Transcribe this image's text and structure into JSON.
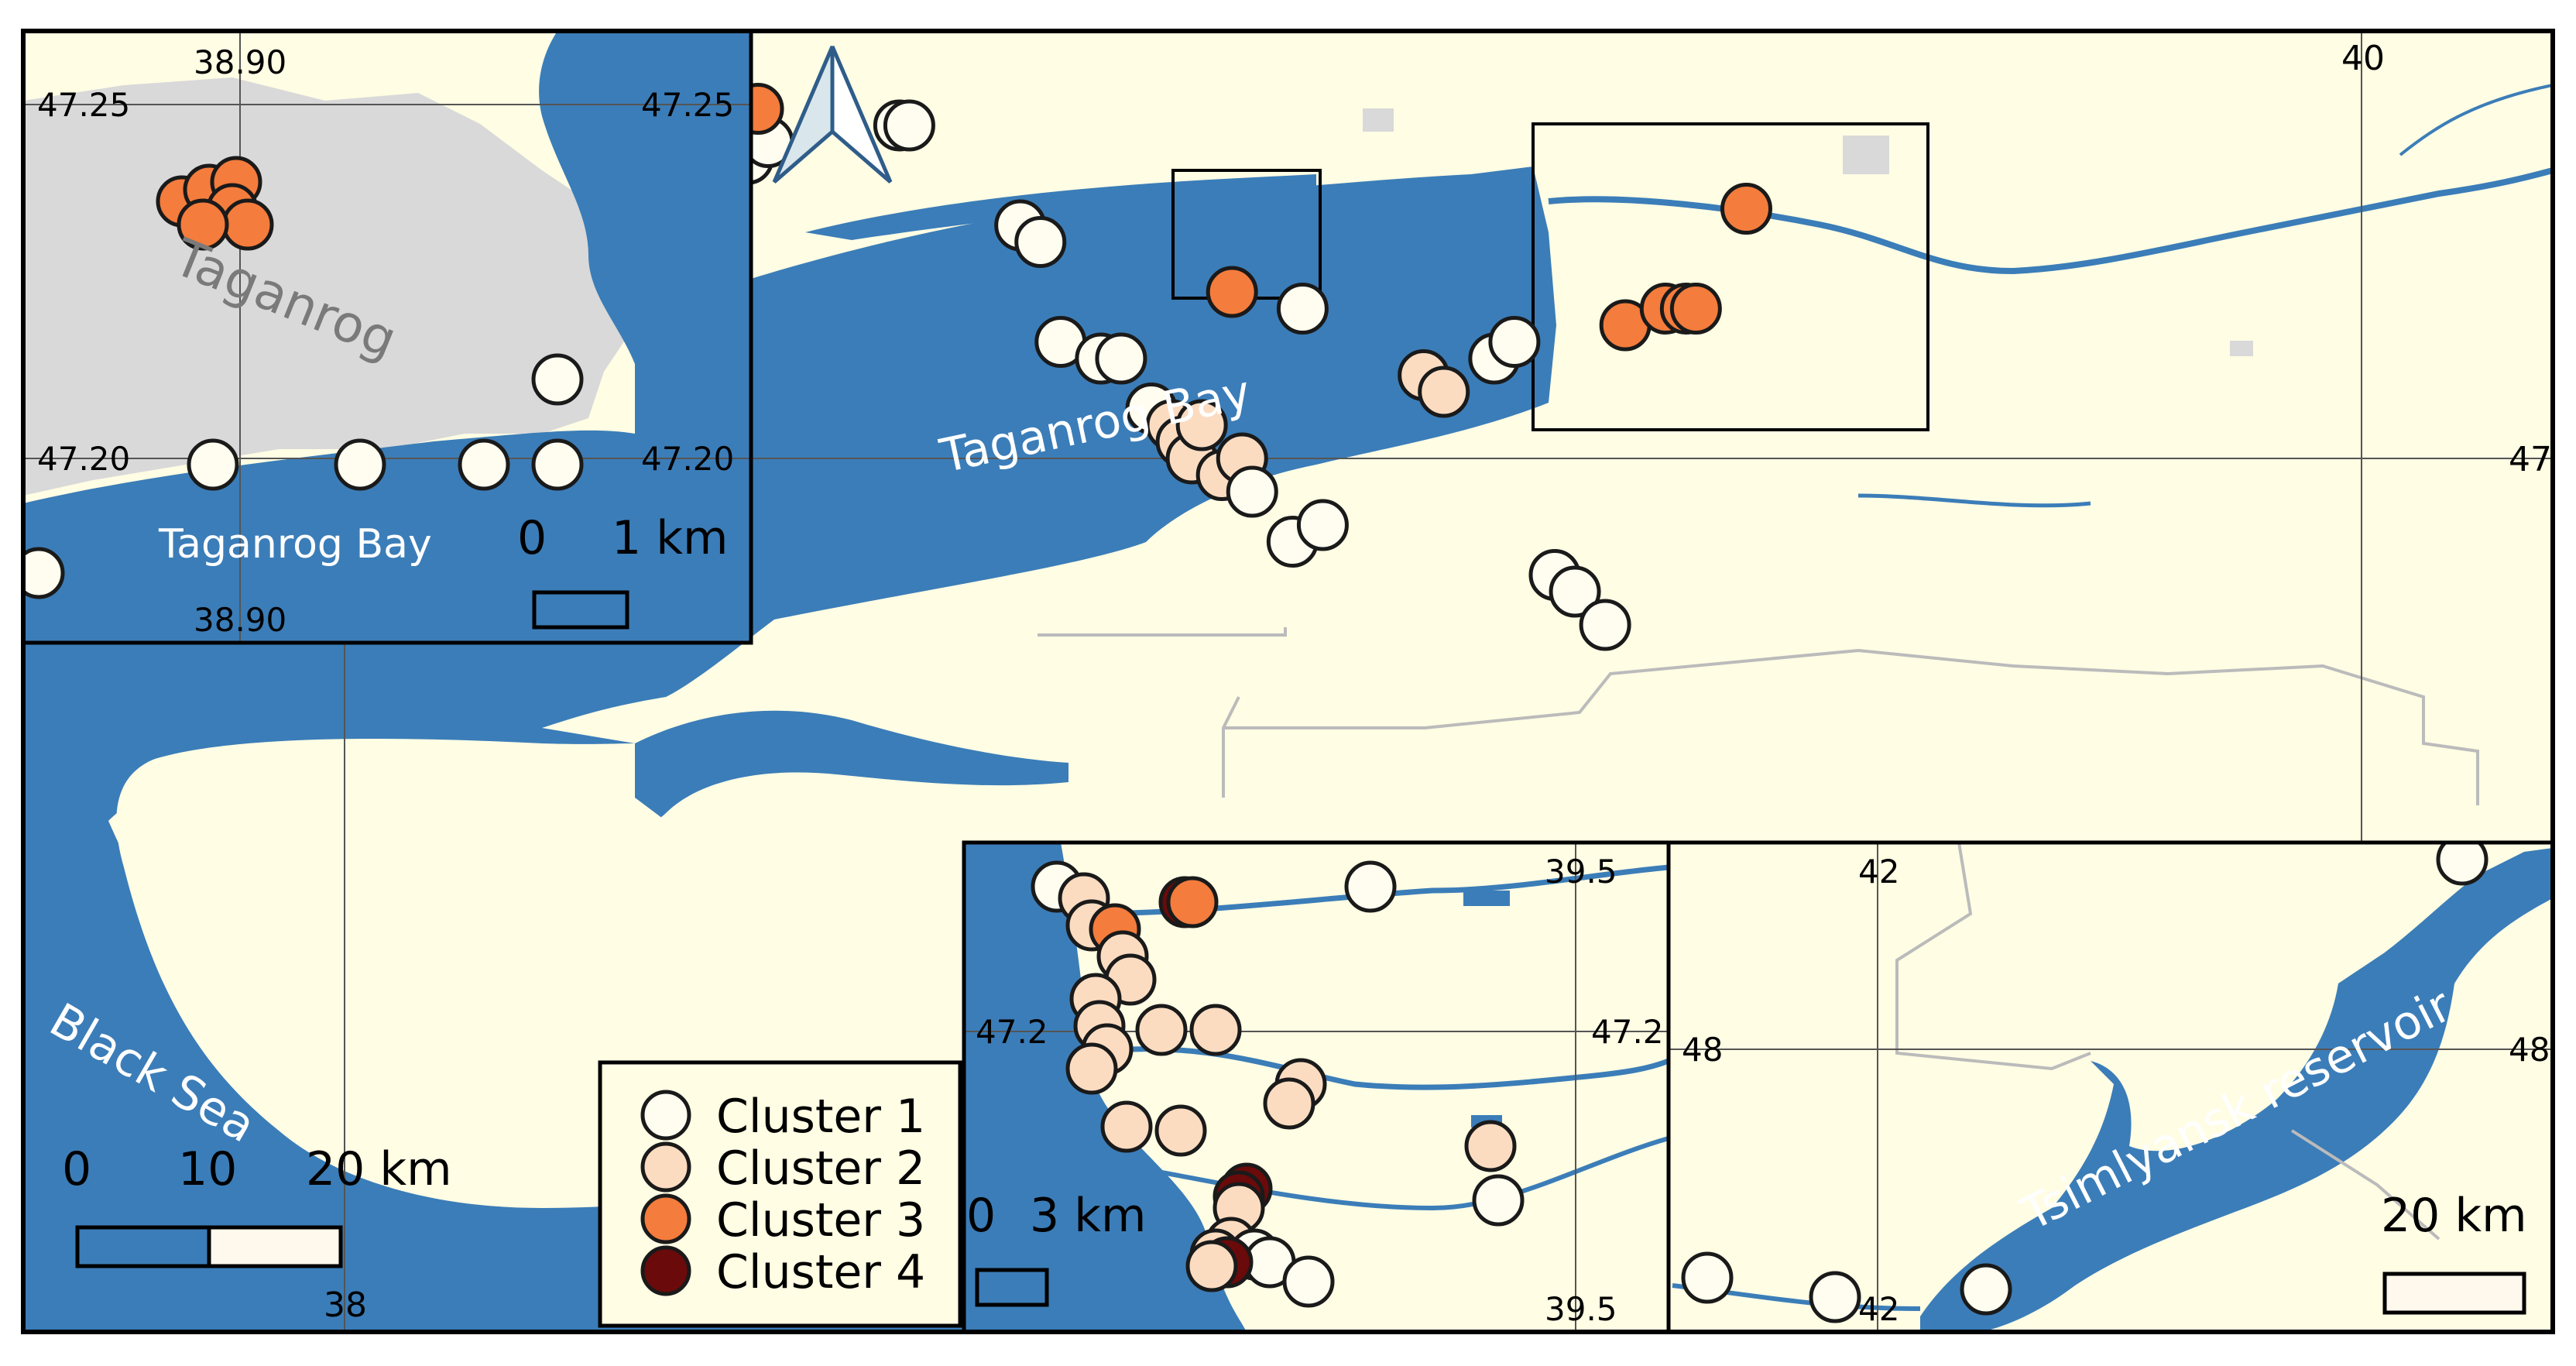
{
  "labels": {
    "bay_main": "Taganrog Bay",
    "black_sea": "Black Sea",
    "inset_city": "Taganrog",
    "inset_bay": "Taganrog Bay",
    "reservoir": "Tsimlyansk  reservoir"
  },
  "coords": {
    "main_lat_47": "47",
    "main_lon_40": "40",
    "main_lon_38": "38",
    "tl_lon_top": "38.90",
    "tl_lon_bottom": "38.90",
    "tl_lat_top_left": "47.25",
    "tl_lat_top_right": "47.25",
    "tl_lat_mid_left": "47.20",
    "tl_lat_mid_right": "47.20",
    "bm_lon_top": "39.5",
    "bm_lon_bottom": "39.5",
    "bm_lat_left": "47.2",
    "bm_lat_right": "47.2",
    "br_lon_top": "42",
    "br_lon_bottom": "42",
    "br_lat_left": "48",
    "br_lat_right": "48"
  },
  "scalebars": {
    "main": {
      "t0": "0",
      "t1": "10",
      "t2": "20 km"
    },
    "inset_taganrog": {
      "t0": "0",
      "t1": "1 km"
    },
    "inset_delta": {
      "t0": "0",
      "t1": "3 km"
    },
    "inset_reservoir": {
      "t1": "20 km"
    }
  },
  "legend": {
    "items": [
      {
        "label": "Cluster 1",
        "color": "#FFFDF0"
      },
      {
        "label": "Cluster 2",
        "color": "#FCDCC1"
      },
      {
        "label": "Cluster 3",
        "color": "#F47C3C"
      },
      {
        "label": "Cluster 4",
        "color": "#6B0A0A"
      }
    ]
  },
  "colors": {
    "water": "#3B7DB8",
    "land": "#FFFDE4",
    "urban": "#D9D9D9",
    "frame": "#000000"
  },
  "sites": {
    "main": [
      [
        1,
        47.12,
        38.28
      ],
      [
        1,
        47.11,
        38.29
      ],
      [
        1,
        47.12,
        38.3
      ],
      [
        1,
        47.11,
        38.32
      ],
      [
        1,
        47.1,
        38.34
      ],
      [
        1,
        47.18,
        38.4
      ],
      [
        1,
        47.19,
        38.42
      ],
      [
        3,
        47.21,
        38.41
      ],
      [
        1,
        47.2,
        38.55
      ],
      [
        1,
        47.2,
        38.56
      ],
      [
        1,
        47.14,
        38.67
      ],
      [
        1,
        47.13,
        38.69
      ],
      [
        1,
        47.07,
        38.71
      ],
      [
        1,
        47.06,
        38.75
      ],
      [
        1,
        47.06,
        38.77
      ],
      [
        1,
        47.03,
        38.8
      ],
      [
        2,
        47.02,
        38.82
      ],
      [
        2,
        47.01,
        38.83
      ],
      [
        2,
        47.0,
        38.84
      ],
      [
        2,
        47.02,
        38.85
      ],
      [
        2,
        46.99,
        38.87
      ],
      [
        2,
        47.0,
        38.89
      ],
      [
        1,
        46.98,
        38.9
      ],
      [
        3,
        47.1,
        38.88
      ],
      [
        1,
        47.09,
        38.95
      ],
      [
        4,
        47.07,
        38.3
      ],
      [
        1,
        46.95,
        38.94
      ],
      [
        1,
        46.96,
        38.97
      ],
      [
        2,
        47.05,
        39.07
      ],
      [
        2,
        47.04,
        39.09
      ],
      [
        1,
        47.06,
        39.14
      ],
      [
        1,
        47.07,
        39.16
      ],
      [
        1,
        46.93,
        39.2
      ],
      [
        1,
        46.92,
        39.22
      ],
      [
        1,
        46.9,
        39.25
      ],
      [
        3,
        47.08,
        39.27
      ],
      [
        3,
        47.09,
        39.31
      ],
      [
        3,
        47.09,
        39.33
      ],
      [
        3,
        47.09,
        39.34
      ],
      [
        3,
        47.15,
        39.39
      ],
      [
        1,
        47.04,
        38.19
      ],
      [
        1,
        47.02,
        38.21
      ]
    ]
  }
}
